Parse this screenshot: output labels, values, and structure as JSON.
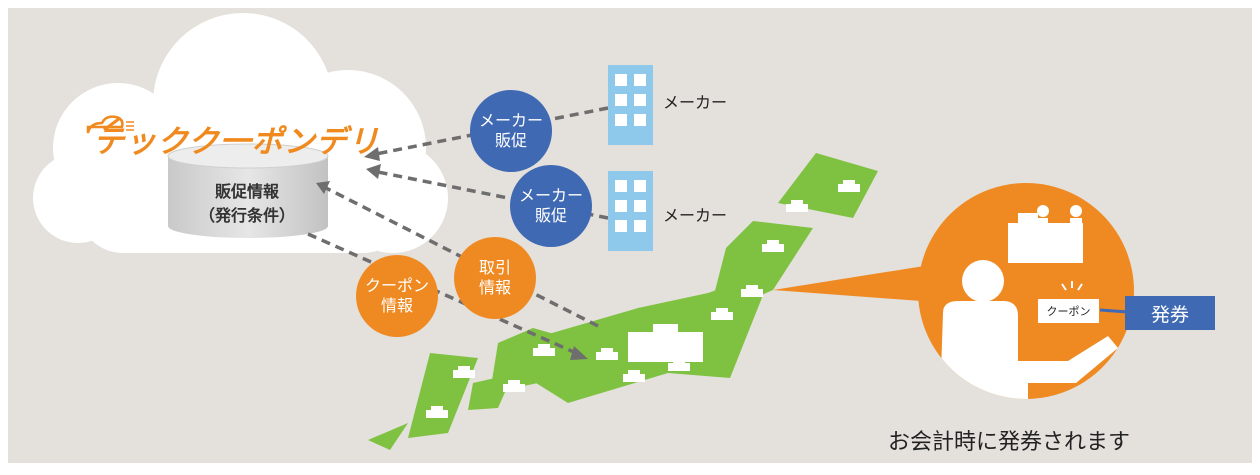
{
  "cloud": {
    "brand": "テックク一ポンデリ",
    "db_line1": "販促情報",
    "db_line2": "（発行条件）"
  },
  "bubbles": {
    "maker_promo_1": [
      "メーカー",
      "販促"
    ],
    "maker_promo_2": [
      "メーカー",
      "販促"
    ],
    "transaction": [
      "取引",
      "情報"
    ],
    "coupon_info": [
      "クーポン",
      "情報"
    ]
  },
  "makers": [
    "メーカー",
    "メーカー"
  ],
  "store": {
    "coupon_label": "クーポン",
    "issue_label": "発券"
  },
  "caption": "お会計時に発券されます",
  "colors": {
    "background": "#e4e0dc",
    "brand_orange": "#f08a1f",
    "bubble_blue": "#3f69b3",
    "map_green": "#7fc241",
    "building_blue": "#8ec8ea"
  }
}
